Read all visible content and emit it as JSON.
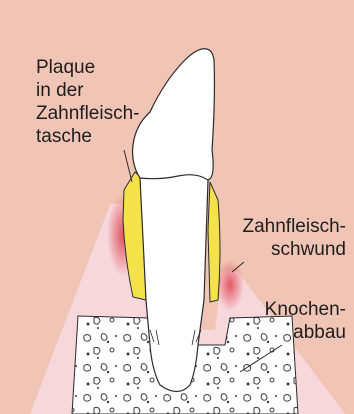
{
  "labels": {
    "plaque": "Plaque\nin der\nZahnfleisch-\ntasche",
    "gum_recession": "Zahnfleisch-\nschwund",
    "bone_loss": "Knochen-\nabbau"
  },
  "colors": {
    "background": "#f1c5b5",
    "gum": "#f6d8dc",
    "bone": "#ffffff",
    "tooth": "#ffffff",
    "plaque": "#f4e24a",
    "inflammation": "#e04a57",
    "outline": "#2a2a2a"
  }
}
